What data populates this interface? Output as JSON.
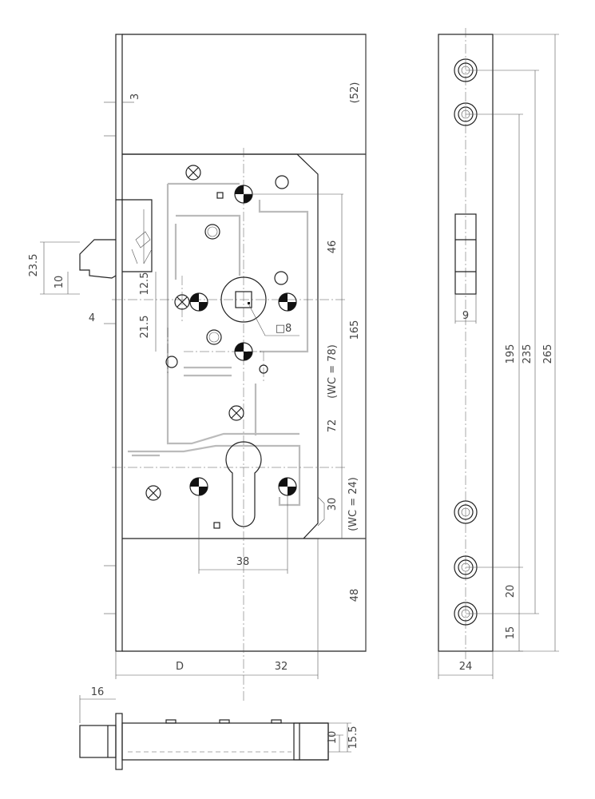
{
  "dimensions": {
    "d3": "3",
    "d52": "(52)",
    "d23_5": "23.5",
    "d10_latch": "10",
    "d12_5": "12.5",
    "d4": "4",
    "d21_5": "21.5",
    "d46": "46",
    "d8": "□8",
    "d165": "165",
    "d_wc78": "(WC = 78)",
    "d72": "72",
    "d30": "30",
    "d_wc24": "(WC = 24)",
    "d38": "38",
    "d48": "48",
    "dD": "D",
    "d32": "32",
    "d9": "9",
    "d195": "195",
    "d235": "235",
    "d265": "265",
    "d20": "20",
    "d15": "15",
    "d24": "24",
    "d16": "16",
    "d10_bottom": "10",
    "d15_5": "15.5"
  },
  "colors": {
    "outline": "#222222",
    "thin": "#555555",
    "channel": "#bbbbbb",
    "text": "#444444"
  }
}
